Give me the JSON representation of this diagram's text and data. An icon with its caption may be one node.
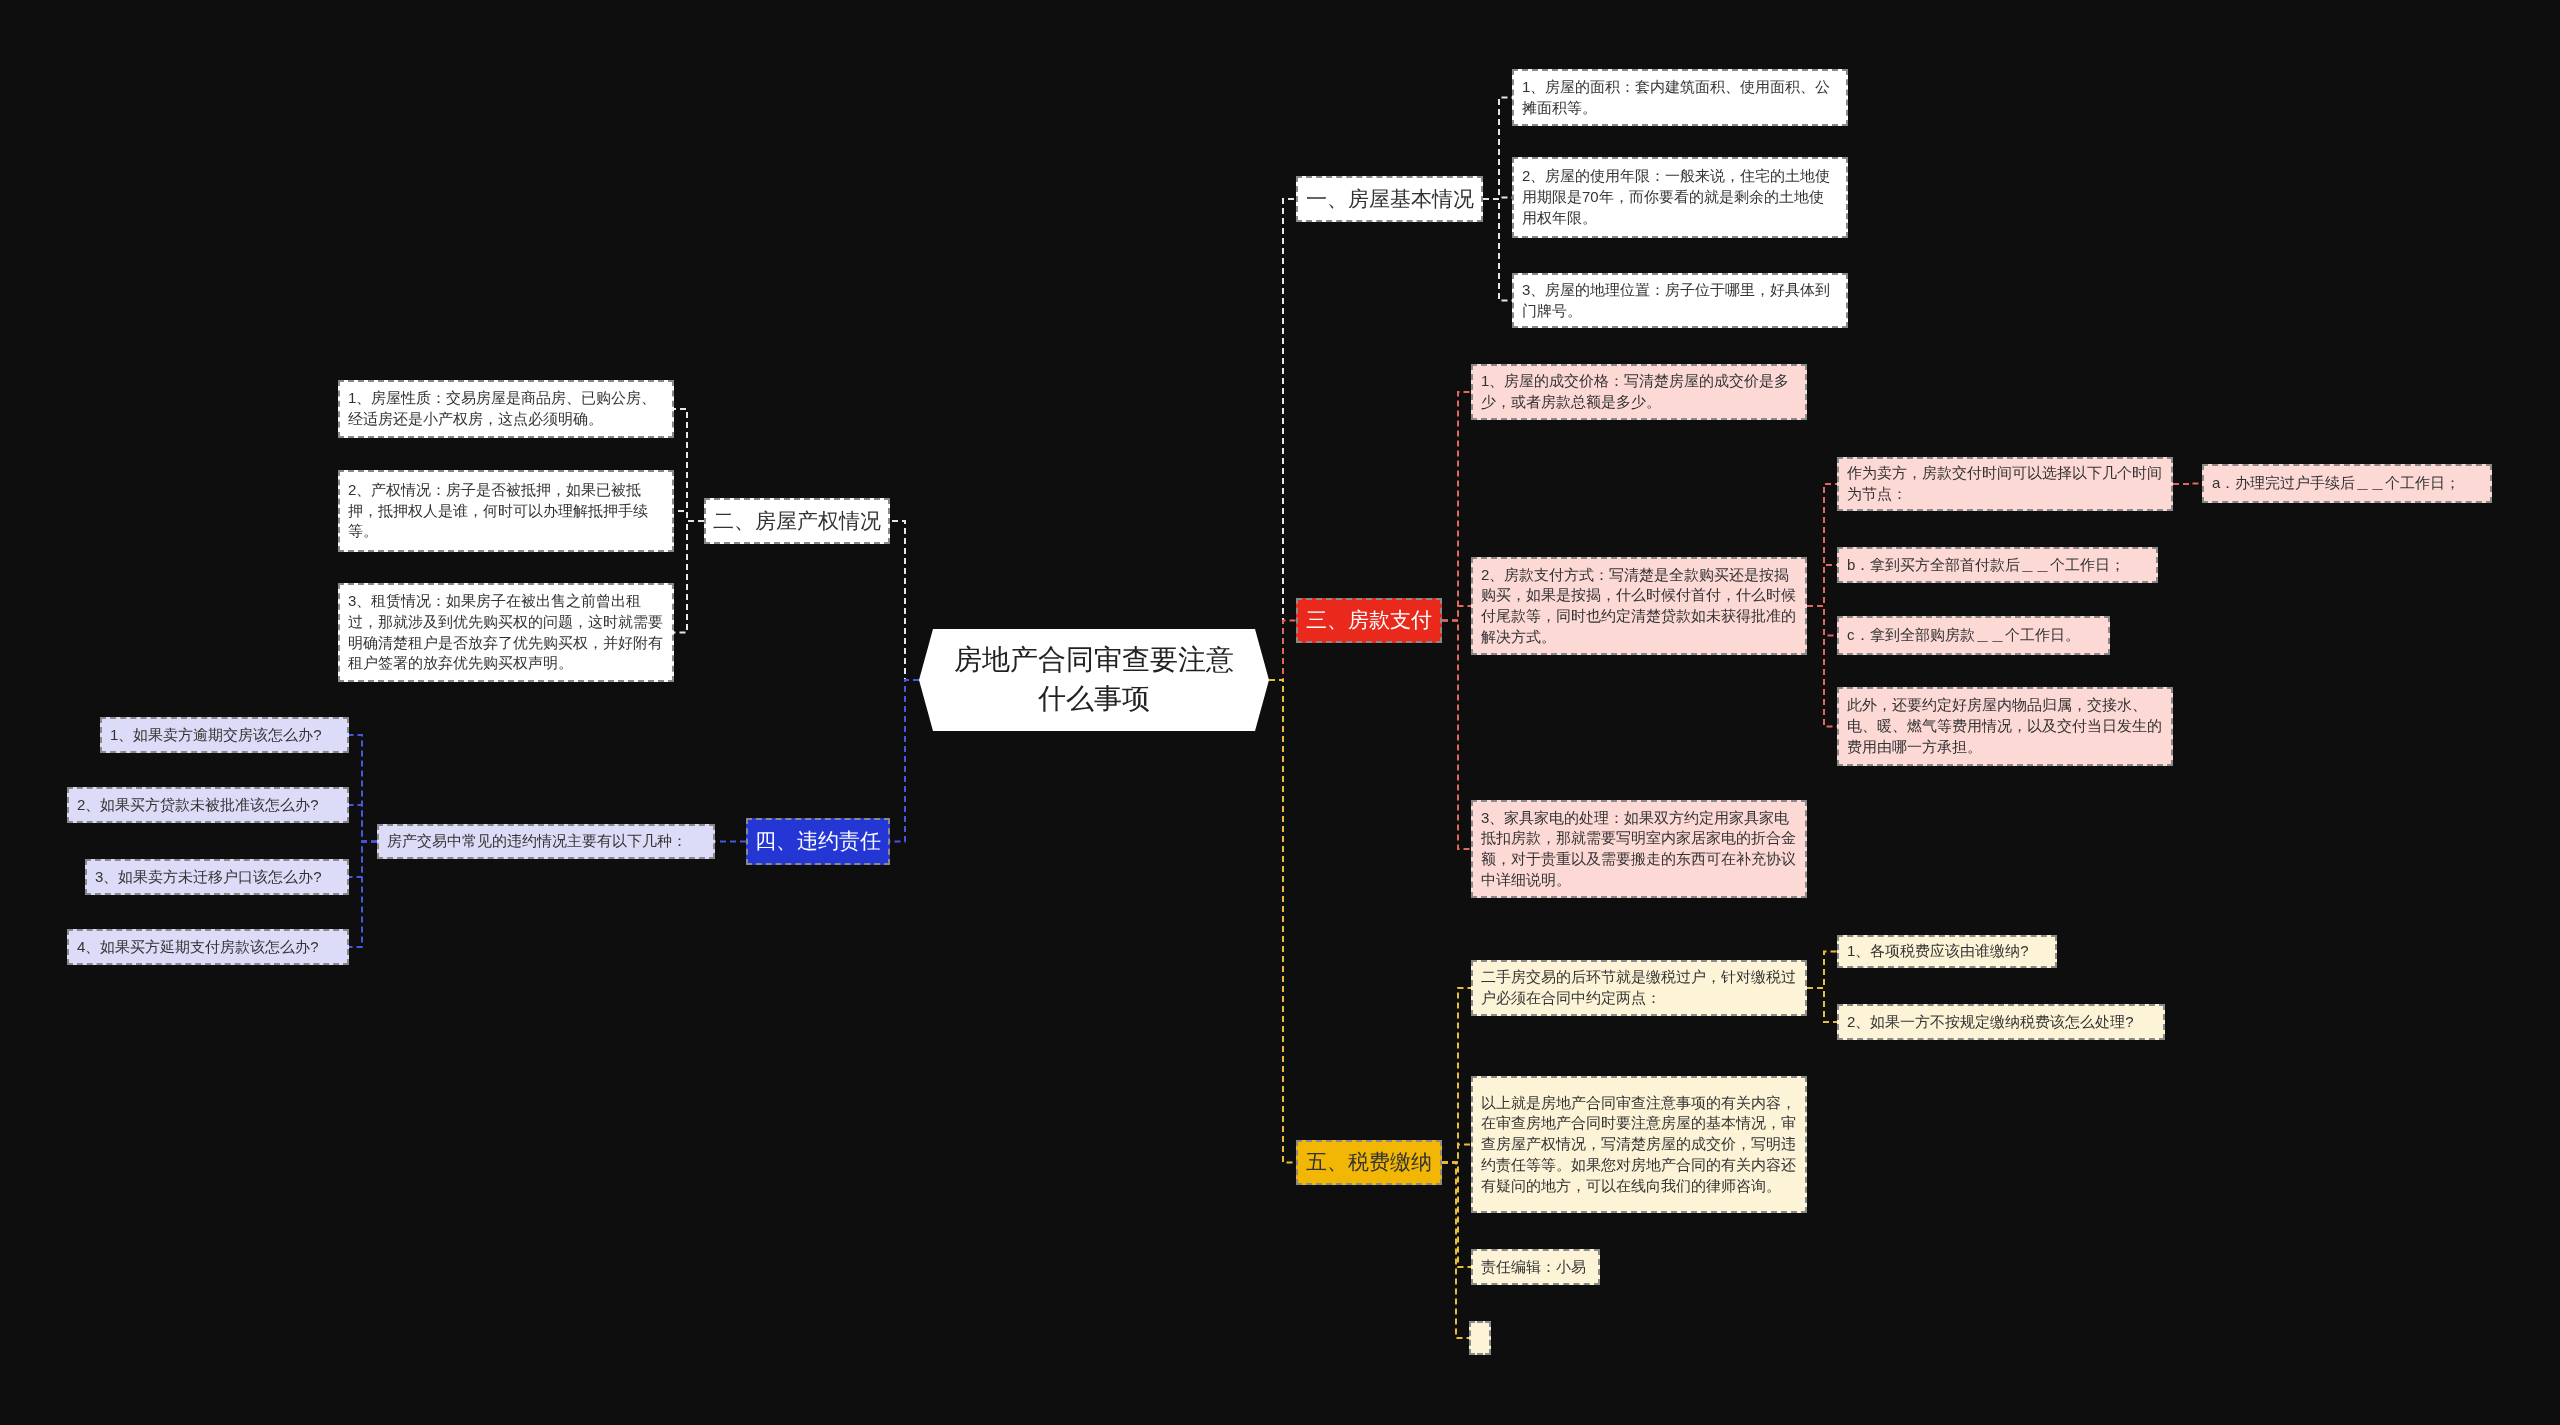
{
  "diagram": {
    "nodes": [
      {
        "text": [
          "房地产合同审查要注意什么事项"
        ]
      },
      {
        "text": [
          "一、房屋基本情况"
        ]
      },
      {
        "text": [
          "1、房屋的面积：套内建筑面积、使用面积、公摊面积等。"
        ]
      },
      {
        "text": [
          "2、房屋的使用年限：一般来说，住宅的土地使用期限是70年，而你要看的就是剩余的土地使用权年限。"
        ]
      },
      {
        "text": [
          "3、房屋的地理位置：房子位于哪里，好具体到门牌号。"
        ]
      },
      {
        "text": [
          "二、房屋产权情况"
        ]
      },
      {
        "text": [
          "1、房屋性质：交易房屋是商品房、已购公房、经适房还是小产权房，这点必须明确。"
        ]
      },
      {
        "text": [
          "2、产权情况：房子是否被抵押，如果已被抵押，抵押权人是谁，何时可以办理解抵押手续等。"
        ]
      },
      {
        "text": [
          "3、租赁情况：如果房子在被出售之前曾出租过，那就涉及到优先购买权的问题，这时就需要明确清楚租户是否放弃了优先购买权，并好附有租户签署的放弃优先购买权声明。"
        ]
      },
      {
        "text": [
          "三、房款支付"
        ]
      },
      {
        "text": [
          "1、房屋的成交价格：写清楚房屋的成交价是多少，或者房款总额是多少。"
        ]
      },
      {
        "text": [
          "2、房款支付方式：写清楚是全款购买还是按揭购买，如果是按揭，什么时候付首付，什么时候付尾款等，同时也约定清楚贷款如未获得批准的解决方式。"
        ]
      },
      {
        "text": [
          "作为卖方，房款交付时间可以选择以下几个时间为节点："
        ]
      },
      {
        "text": [
          "a．办理完过户手续后＿＿个工作日；"
        ]
      },
      {
        "text": [
          "b．拿到买方全部首付款后＿＿个工作日；"
        ]
      },
      {
        "text": [
          "c．拿到全部购房款＿＿个工作日。"
        ]
      },
      {
        "text": [
          "此外，还要约定好房屋内物品归属，交接水、电、暖、燃气等费用情况，以及交付当日发生的费用由哪一方承担。"
        ]
      },
      {
        "text": [
          "3、家具家电的处理：如果双方约定用家具家电抵扣房款，那就需要写明室内家居家电的折合金额，对于贵重以及需要搬走的东西可在补充协议中详细说明。"
        ]
      },
      {
        "text": [
          "四、违约责任"
        ]
      },
      {
        "text": [
          "房产交易中常见的违约情况主要有以下几种："
        ]
      },
      {
        "text": [
          "1、如果卖方逾期交房该怎么办?"
        ]
      },
      {
        "text": [
          "2、如果买方贷款未被批准该怎么办?"
        ]
      },
      {
        "text": [
          "3、如果卖方未迁移户口该怎么办?"
        ]
      },
      {
        "text": [
          "4、如果买方延期支付房款该怎么办?"
        ]
      },
      {
        "text": [
          "五、税费缴纳"
        ]
      },
      {
        "text": [
          "二手房交易的后环节就是缴税过户，针对缴税过户必须在合同中约定两点："
        ]
      },
      {
        "text": [
          "1、各项税费应该由谁缴纳?"
        ]
      },
      {
        "text": [
          "2、如果一方不按规定缴纳税费该怎么处理?"
        ]
      },
      {
        "text": [
          "以上就是房地产合同审查注意事项的有关内容，在审查房地产合同时要注意房屋的基本情况，审查房屋产权情况，写清楚房屋的成交价，写明违约责任等等。如果您对房地产合同的有关内容还有疑问的地方，可以在线向我们的律师咨询。"
        ]
      },
      {
        "text": [
          "责任编辑：小易"
        ]
      },
      {
        "text": [],
        "shape": "box"
      }
    ],
    "edges": [
      {
        "from": 0,
        "to": 1,
        "arrow": "none",
        "color": "#e6e6e6"
      },
      {
        "from": 1,
        "to": 2,
        "arrow": "none",
        "color": "#e6e6e6"
      },
      {
        "from": 1,
        "to": 3,
        "arrow": "none",
        "color": "#e6e6e6"
      },
      {
        "from": 1,
        "to": 4,
        "arrow": "none",
        "color": "#e6e6e6"
      },
      {
        "from": 0,
        "to": 5,
        "arrow": "none",
        "color": "#e6e6e6"
      },
      {
        "from": 5,
        "to": 6,
        "arrow": "none",
        "color": "#e6e6e6"
      },
      {
        "from": 5,
        "to": 7,
        "arrow": "none",
        "color": "#e6e6e6"
      },
      {
        "from": 5,
        "to": 8,
        "arrow": "none",
        "color": "#e6e6e6"
      },
      {
        "from": 0,
        "to": 9,
        "arrow": "none",
        "color": "#e0685e"
      },
      {
        "from": 9,
        "to": 10,
        "arrow": "none",
        "color": "#e0685e"
      },
      {
        "from": 9,
        "to": 11,
        "arrow": "none",
        "color": "#e0685e"
      },
      {
        "from": 11,
        "to": 12,
        "arrow": "none",
        "color": "#e0685e"
      },
      {
        "from": 12,
        "to": 13,
        "arrow": "none",
        "color": "#e0685e"
      },
      {
        "from": 11,
        "to": 14,
        "arrow": "none",
        "color": "#e0685e"
      },
      {
        "from": 11,
        "to": 15,
        "arrow": "none",
        "color": "#e0685e"
      },
      {
        "from": 11,
        "to": 16,
        "arrow": "none",
        "color": "#e0685e"
      },
      {
        "from": 9,
        "to": 17,
        "arrow": "none",
        "color": "#e0685e"
      },
      {
        "from": 0,
        "to": 18,
        "arrow": "none",
        "color": "#4559e0"
      },
      {
        "from": 18,
        "to": 19,
        "arrow": "none",
        "color": "#4559e0"
      },
      {
        "from": 19,
        "to": 20,
        "arrow": "none",
        "color": "#4559e0"
      },
      {
        "from": 19,
        "to": 21,
        "arrow": "none",
        "color": "#4559e0"
      },
      {
        "from": 19,
        "to": 22,
        "arrow": "none",
        "color": "#4559e0"
      },
      {
        "from": 19,
        "to": 23,
        "arrow": "none",
        "color": "#4559e0"
      },
      {
        "from": 0,
        "to": 24,
        "arrow": "none",
        "color": "#e8bd3a"
      },
      {
        "from": 24,
        "to": 25,
        "arrow": "none",
        "color": "#e8bd3a"
      },
      {
        "from": 25,
        "to": 26,
        "arrow": "none",
        "color": "#e8bd3a"
      },
      {
        "from": 25,
        "to": 27,
        "arrow": "none",
        "color": "#e8bd3a"
      },
      {
        "from": 24,
        "to": 28,
        "arrow": "none",
        "color": "#e8bd3a"
      },
      {
        "from": 24,
        "to": 29,
        "arrow": "none",
        "color": "#e8bd3a"
      },
      {
        "from": 24,
        "to": 30,
        "arrow": "none",
        "color": "#e8bd3a"
      }
    ]
  }
}
